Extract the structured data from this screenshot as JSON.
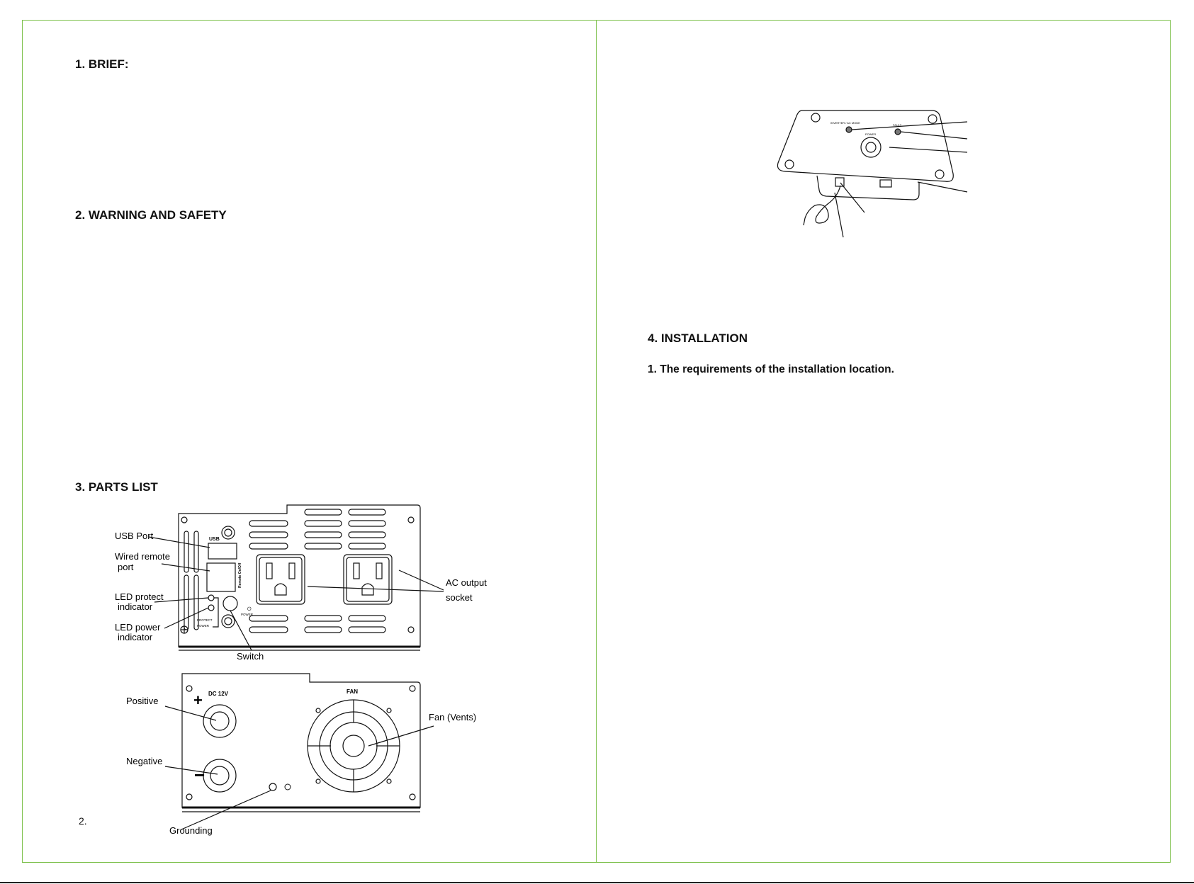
{
  "left_page": {
    "brief_heading": "1.  BRIEF:",
    "warning_heading": "2.  WARNING AND SAFETY",
    "parts_heading": "3. PARTS LIST",
    "page_number": "2.",
    "front_panel": {
      "usb_port": "USB Port",
      "wired_remote_1": "Wired remote",
      "wired_remote_2": "port",
      "led_protect_1": "LED protect",
      "led_protect_2": "indicator",
      "led_power_1": "LED power",
      "led_power_2": "indicator",
      "switch": "Switch",
      "ac_output_1": "AC output",
      "ac_output_2": "socket",
      "usb_mark": "USB",
      "remote_mark": "Remote On/Off",
      "power_mark": "POWER",
      "protect_mark": "PROTECT",
      "power_led_mark": "POWER"
    },
    "rear_panel": {
      "positive": "Positive",
      "negative": "Negative",
      "grounding": "Grounding",
      "fan_vents": "Fan (Vents)",
      "dc_mark": "DC 12V",
      "fan_mark": "FAN"
    }
  },
  "right_page": {
    "remote": {
      "inverter_mark": "INVERTER / AC MODE",
      "fault_mark": "FAULT",
      "power_mark": "POWER"
    },
    "installation_heading": "4.  INSTALLATION",
    "installation_sub": "1. The requirements of the installation location."
  }
}
